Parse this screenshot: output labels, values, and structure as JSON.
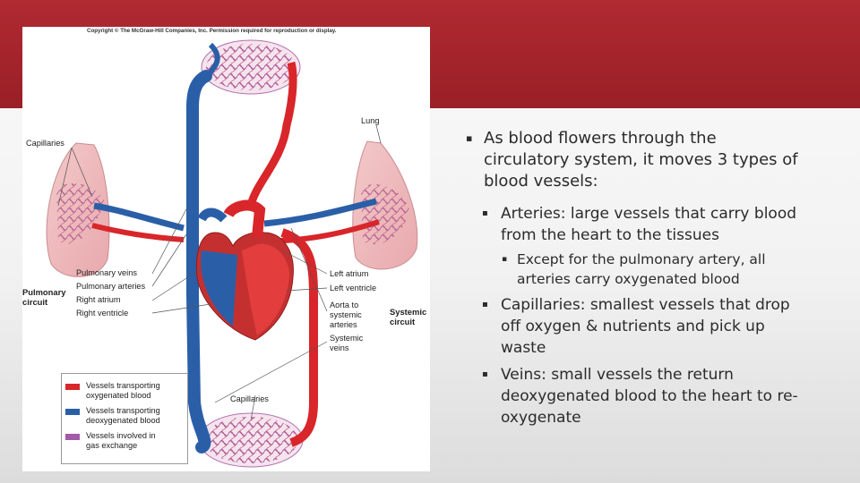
{
  "figure": {
    "copyright": "Copyright © The McGraw-Hill Companies, Inc. Permission required for reproduction or display.",
    "labels": {
      "lung": "Lung",
      "capillaries_top": "Capillaries",
      "capillaries_bottom": "Capillaries",
      "pulmonary_veins": "Pulmonary veins",
      "pulmonary_arteries": "Pulmonary arteries",
      "right_atrium": "Right atrium",
      "right_ventricle": "Right ventricle",
      "pulmonary_circuit": "Pulmonary\ncircuit",
      "left_atrium": "Left atrium",
      "left_ventricle": "Left ventricle",
      "aorta": "Aorta to\nsystemic\narteries",
      "systemic_veins": "Systemic\nveins",
      "systemic_circuit": "Systemic\ncircuit"
    },
    "legend": [
      {
        "text": "Vessels transporting\noxygenated blood",
        "color": "#d8262a"
      },
      {
        "text": "Vessels transporting\ndeoxygenated blood",
        "color": "#2a5fa8"
      },
      {
        "text": "Vessels involved in\ngas exchange",
        "color": "#a45aa8"
      }
    ]
  },
  "bullets": {
    "main": "As blood flowers through the\ncirculatory system, it moves 3 types of\nblood vessels:",
    "arteries": "Arteries: large vessels that carry blood\nfrom the heart to the tissues",
    "arteries_sub": "Except for the pulmonary artery, all\narteries carry oxygenated blood",
    "capillaries": "Capillaries: smallest vessels that drop\noff oxygen & nutrients and pick up\nwaste",
    "veins": "Veins: small vessels the return\ndeoxygenated blood to the heart to re-\noxygenate",
    "marker": "▪"
  },
  "colors": {
    "banner": "#a8252d",
    "artery": "#d8262a",
    "vein": "#2a5fa8",
    "capillary": "#a45aa8"
  }
}
